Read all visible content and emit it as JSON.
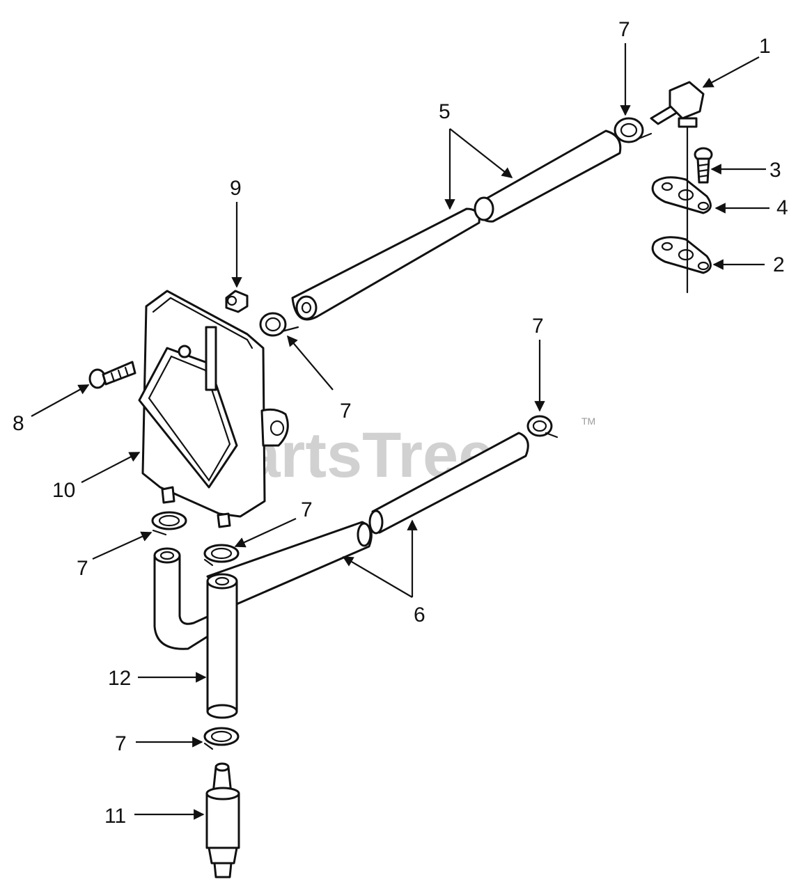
{
  "watermark": {
    "text": "PartsTree",
    "tm": "TM"
  },
  "callouts": {
    "c1": "1",
    "c2": "2",
    "c3": "3",
    "c4": "4",
    "c5": "5",
    "c6": "6",
    "c7": "7",
    "c8": "8",
    "c9": "9",
    "c10": "10",
    "c11": "11",
    "c12": "12"
  },
  "colors": {
    "line": "#111111",
    "watermark": "#c9c9c9",
    "background": "#ffffff"
  }
}
